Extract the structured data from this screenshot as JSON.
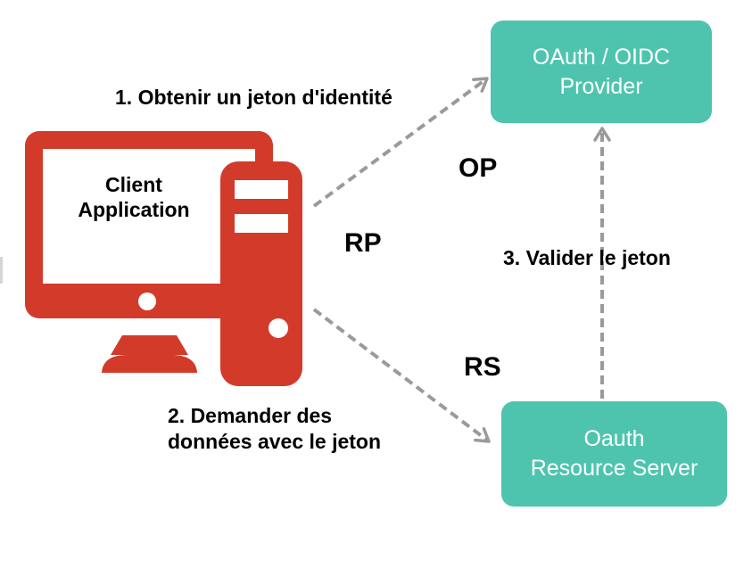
{
  "colors": {
    "client_red": "#D23B2A",
    "node_teal": "#4EC4AE",
    "arrow_gray": "#9A9A9A",
    "label_black": "#000000",
    "node_text_white": "#FFFFFF"
  },
  "client": {
    "label": "Client\nApplication"
  },
  "labels": {
    "step1": "1. Obtenir un jeton d'identité",
    "step2": "2. Demander des\ndonnées avec le jeton",
    "step3": "3. Valider le jeton",
    "op": "OP",
    "rp": "RP",
    "rs": "RS"
  },
  "nodes": {
    "provider": {
      "label": "OAuth / OIDC\nProvider"
    },
    "resource": {
      "label": "Oauth\nResource Server"
    }
  },
  "icons": {
    "client_computer": "desktop-with-tower-icon",
    "arrows": [
      "obtain-token-arrow",
      "request-data-arrow",
      "validate-token-arrow"
    ]
  }
}
